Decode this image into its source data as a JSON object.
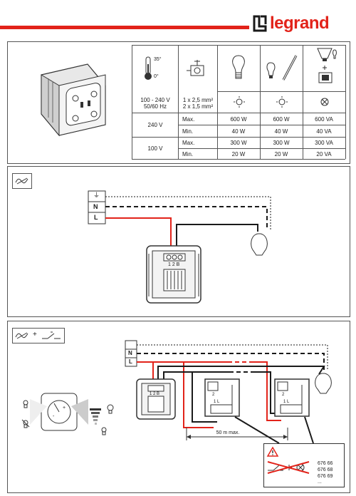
{
  "brand": {
    "name": "legrand",
    "accent": "#e2231a"
  },
  "specs": {
    "temperature": {
      "max": "35°",
      "min": "0°"
    },
    "voltage_range": "100 - 240 V",
    "frequency": "50/60 Hz",
    "wire_1": "1 x 2,5 mm²",
    "wire_2": "2 x 1,5 mm²",
    "rows": [
      {
        "voltage": "240 V",
        "label": "Max.",
        "values": [
          "600 W",
          "600 W",
          "600 VA"
        ]
      },
      {
        "voltage": "",
        "label": "Min.",
        "values": [
          "40 W",
          "40 W",
          "40 VA"
        ]
      },
      {
        "voltage": "100 V",
        "label": "Max.",
        "values": [
          "300 W",
          "300 W",
          "300 VA"
        ]
      },
      {
        "voltage": "",
        "label": "Min.",
        "values": [
          "20 W",
          "20 W",
          "20 VA"
        ]
      }
    ],
    "load_icons": [
      "incandescent-bulb-icon",
      "halogen-lamp-icon",
      "ferromagnetic-transformer-icon"
    ]
  },
  "diagram1": {
    "earth_label": "⏚",
    "n_label": "N",
    "l_label": "L",
    "terminals": "1 2 B"
  },
  "diagram2": {
    "n_label": "N",
    "l_label": "L",
    "terminals": "1 2 B",
    "aux_terminal_top": "2",
    "aux_terminal_bottom": "1 L",
    "distance": "50 m max.",
    "warning_refs": [
      "676 66",
      "676 68",
      "676 69",
      "..."
    ],
    "plus_sign": "+",
    "knob_plus": "+",
    "knob_minus": "-"
  }
}
